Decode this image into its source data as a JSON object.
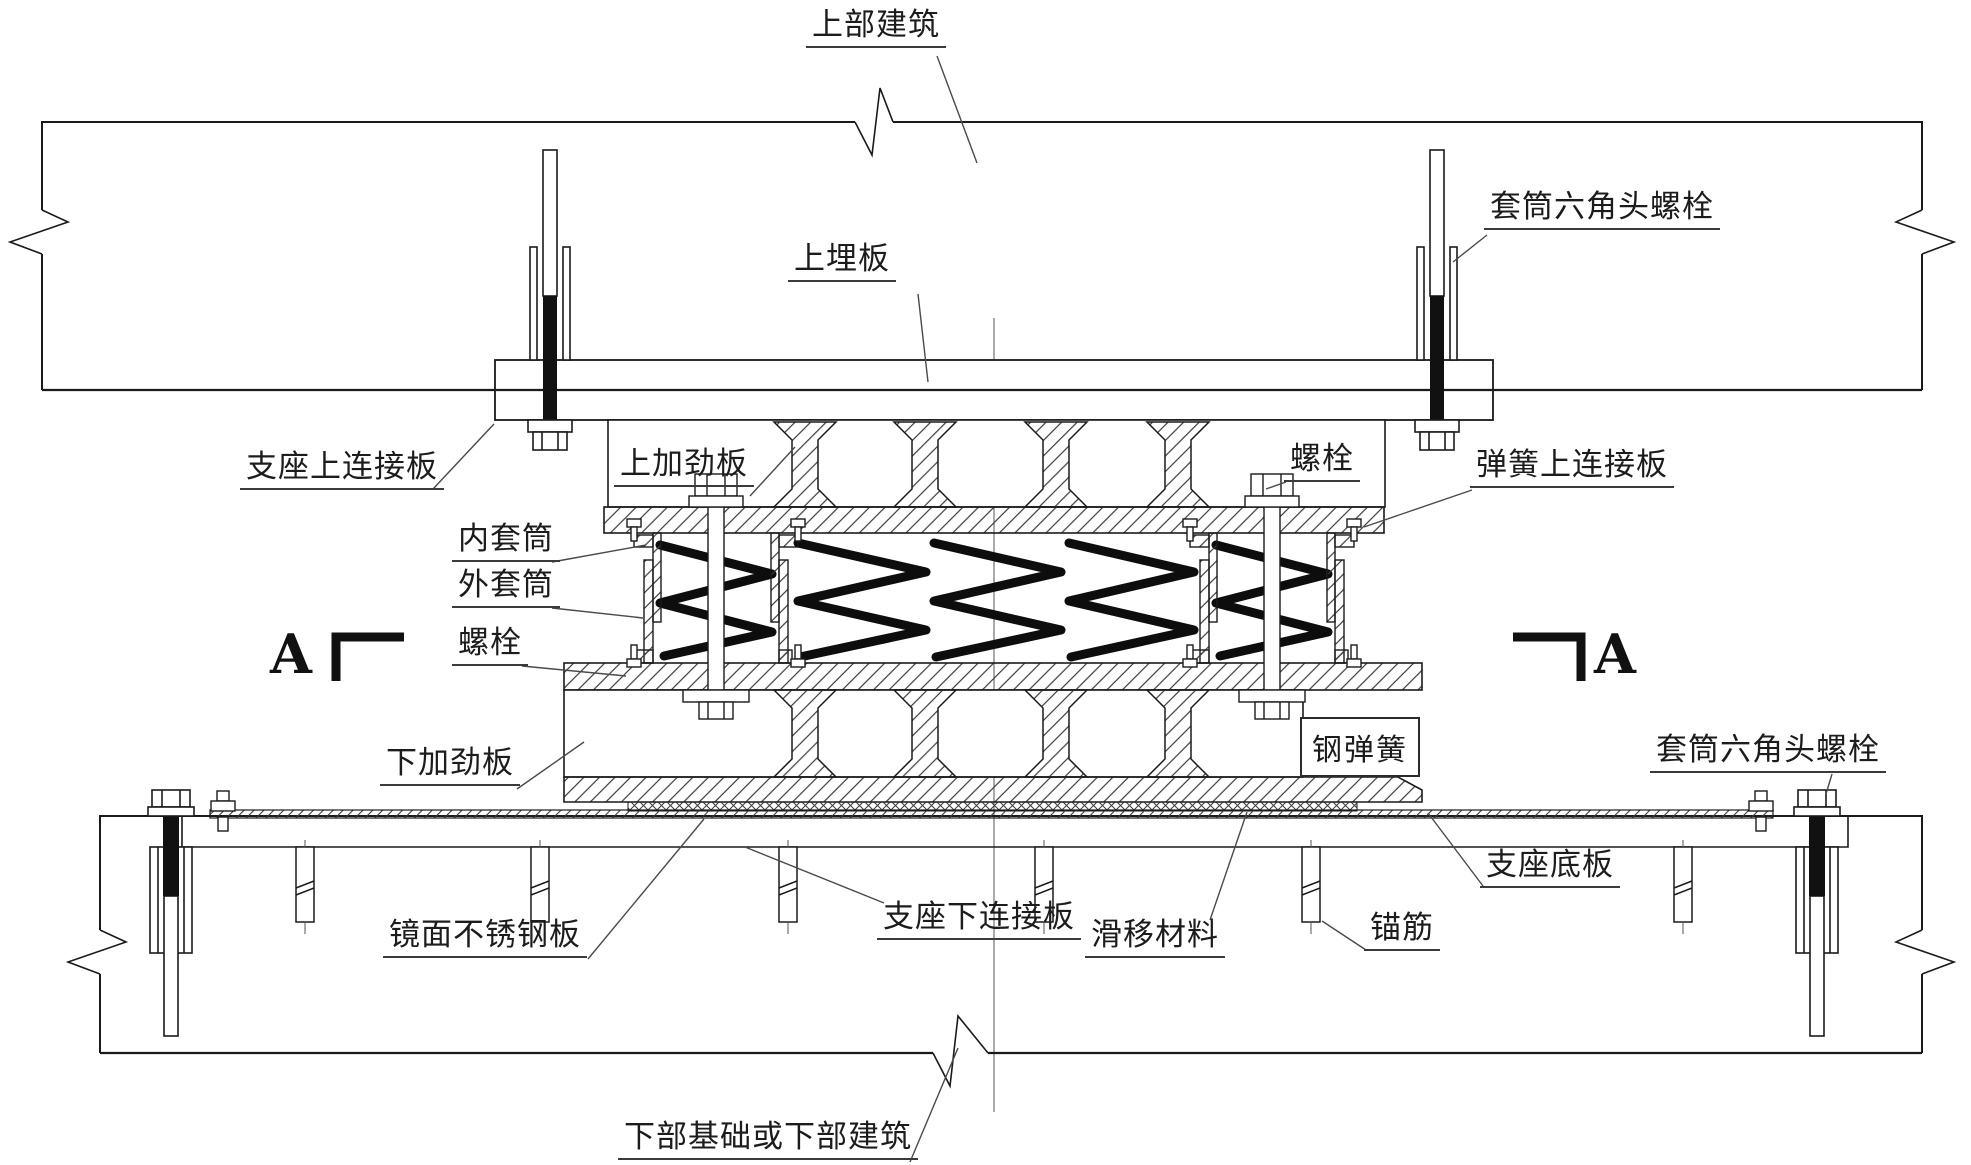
{
  "drawing": {
    "type": "patent-technical-diagram",
    "subject": "spring-isolation-bearing-cross-section",
    "colors": {
      "background": "#ffffff",
      "line": "#1a1a1a",
      "leader": "#4a4a4a",
      "spring": "#0d0d0d",
      "hatch": "#3a3a3a"
    },
    "labels": {
      "upper_building": "上部建筑",
      "sleeve_hex_bolt_top": "套筒六角头螺栓",
      "upper_embedded_plate": "上埋板",
      "bearing_upper_connection_plate": "支座上连接板",
      "upper_stiffener_plate": "上加劲板",
      "bolt_upper": "螺栓",
      "spring_upper_connection_plate": "弹簧上连接板",
      "inner_sleeve": "内套筒",
      "outer_sleeve": "外套筒",
      "bolt_left": "螺栓",
      "lower_stiffener_plate": "下加劲板",
      "steel_spring": "钢弹簧",
      "mirror_stainless_plate": "镜面不锈钢板",
      "bearing_lower_connection_plate": "支座下连接板",
      "sliding_material": "滑移材料",
      "bearing_base_plate": "支座底板",
      "anchor_bar": "锚筋",
      "sleeve_hex_bolt_bottom": "套筒六角头螺栓",
      "lower_foundation": "下部基础或下部建筑",
      "section_a_left": "A",
      "section_a_right": "A"
    }
  }
}
